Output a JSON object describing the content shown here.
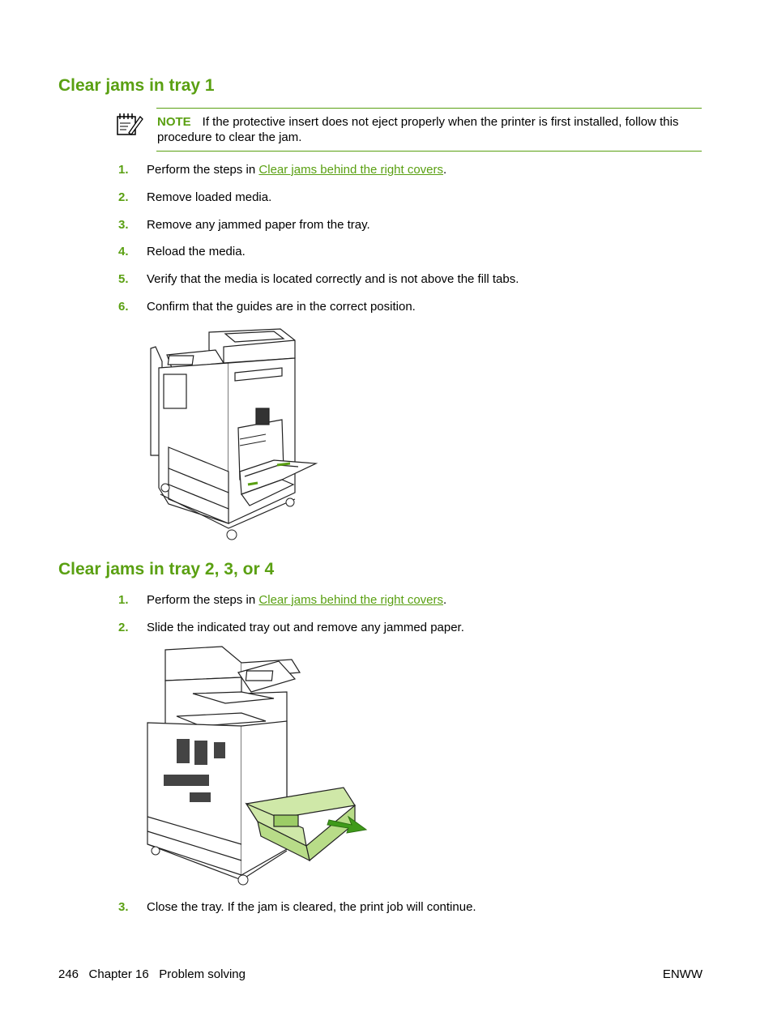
{
  "section1": {
    "heading": "Clear jams in tray 1",
    "note": {
      "label": "NOTE",
      "text": "If the protective insert does not eject properly when the printer is first installed, follow this procedure to clear the jam."
    },
    "steps": [
      {
        "num": "1.",
        "pre": "Perform the steps in ",
        "link": "Clear jams behind the right covers",
        "post": "."
      },
      {
        "num": "2.",
        "text": "Remove loaded media."
      },
      {
        "num": "3.",
        "text": "Remove any jammed paper from the tray."
      },
      {
        "num": "4.",
        "text": "Reload the media."
      },
      {
        "num": "5.",
        "text": "Verify that the media is located correctly and is not above the fill tabs."
      },
      {
        "num": "6.",
        "text": "Confirm that the guides are in the correct position."
      }
    ]
  },
  "section2": {
    "heading": "Clear jams in tray 2, 3, or 4",
    "steps": [
      {
        "num": "1.",
        "pre": "Perform the steps in ",
        "link": "Clear jams behind the right covers",
        "post": "."
      },
      {
        "num": "2.",
        "text": "Slide the indicated tray out and remove any jammed paper."
      },
      {
        "num": "3.",
        "text": "Close the tray. If the jam is cleared, the print job will continue."
      }
    ]
  },
  "footer": {
    "left": "246   Chapter 16   Problem solving",
    "right": "ENWW"
  },
  "colors": {
    "accent": "#5aa012",
    "tray_highlight": "#cfe8a8"
  }
}
